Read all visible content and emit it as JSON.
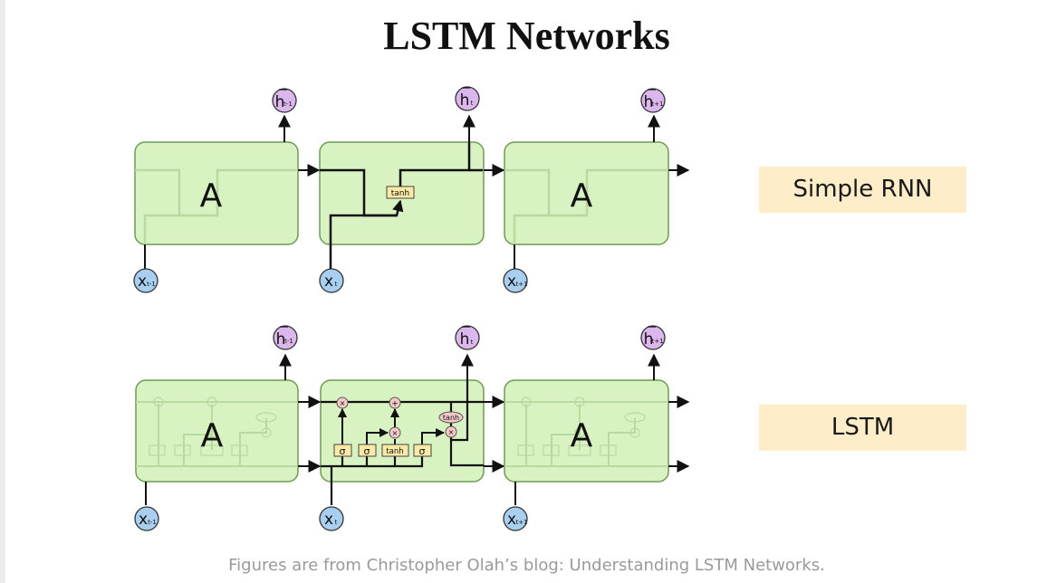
{
  "title": "LSTM Networks",
  "caption": "Figures are from Christopher Olah’s blog: Understanding LSTM Networks.",
  "rnn": {
    "label": "Simple RNN",
    "cell_label": "A",
    "activation": "tanh",
    "inputs": [
      "x",
      "x",
      "x"
    ],
    "input_subs": [
      "t-1",
      "t",
      "t+1"
    ],
    "outputs": [
      "h",
      "h",
      "h"
    ],
    "output_subs": [
      "t-1",
      "t",
      "t+1"
    ]
  },
  "lstm": {
    "label": "LSTM",
    "cell_label": "A",
    "gates": [
      "σ",
      "σ",
      "tanh",
      "σ"
    ],
    "ops": {
      "multiply": "×",
      "add": "+",
      "tanh": "tanh"
    },
    "inputs": [
      "x",
      "x",
      "x"
    ],
    "input_subs": [
      "t-1",
      "t",
      "t+1"
    ],
    "outputs": [
      "h",
      "h",
      "h"
    ],
    "output_subs": [
      "t-1",
      "t",
      "t+1"
    ]
  },
  "colors": {
    "cell_fill": "#d9f2c2",
    "cell_stroke": "#6e9a55",
    "input_node": "#a9cff0",
    "output_node": "#dcb7ee",
    "gate_fill": "#fbe9a6",
    "op_fill": "#f6c9c9",
    "label_bg": "#fdedc9"
  }
}
